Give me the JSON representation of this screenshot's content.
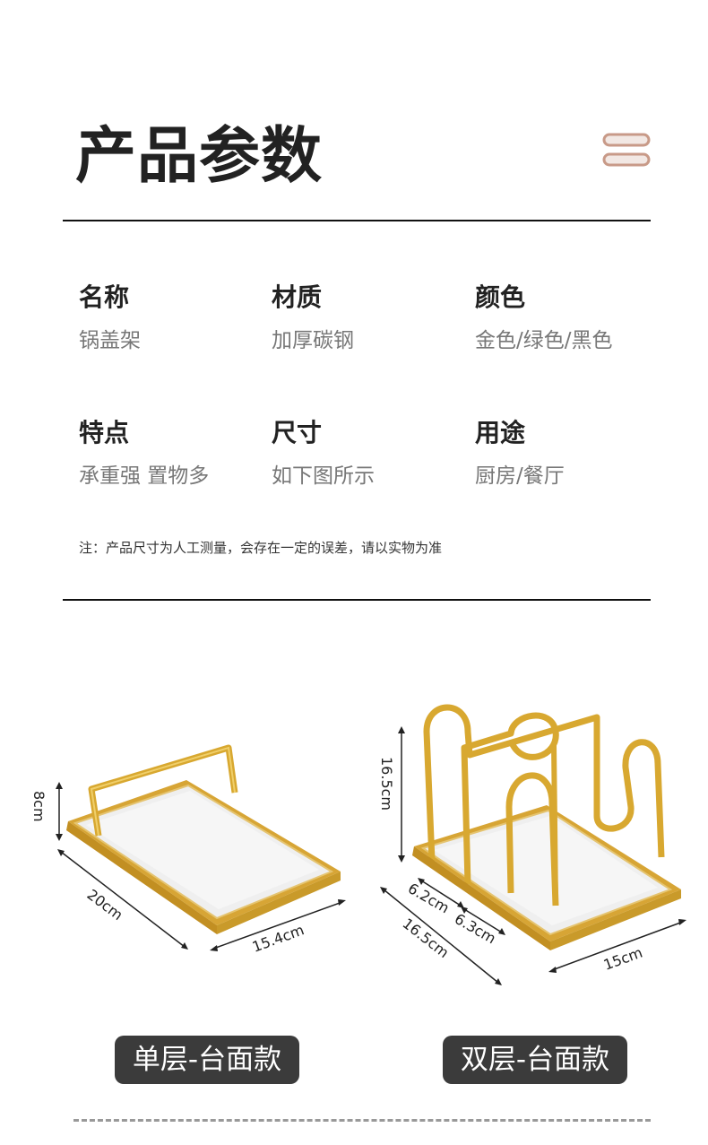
{
  "header": {
    "title": "产品参数"
  },
  "specs": [
    {
      "label": "名称",
      "value": "锅盖架"
    },
    {
      "label": "材质",
      "value": "加厚碳钢"
    },
    {
      "label": "颜色",
      "value": "金色/绿色/黑色"
    },
    {
      "label": "特点",
      "value": "承重强 置物多"
    },
    {
      "label": "尺寸",
      "value": "如下图所示"
    },
    {
      "label": "用途",
      "value": "厨房/餐厅"
    }
  ],
  "note": "注：产品尺寸为人工测量，会存在一定的误差，请以实物为准",
  "products": [
    {
      "name": "单层-台面款",
      "dims": {
        "height": "8cm",
        "length": "20cm",
        "width": "15.4cm"
      }
    },
    {
      "name": "双层-台面款",
      "dims": {
        "height": "16.5cm",
        "gap1": "6.2cm",
        "gap2": "6.3cm",
        "length": "16.5cm",
        "width": "15cm"
      }
    }
  ],
  "colors": {
    "gold": "#d8a830",
    "tray": "#f0f0f0",
    "tag_bg": "#3b3b3b",
    "rule": "#111111"
  }
}
